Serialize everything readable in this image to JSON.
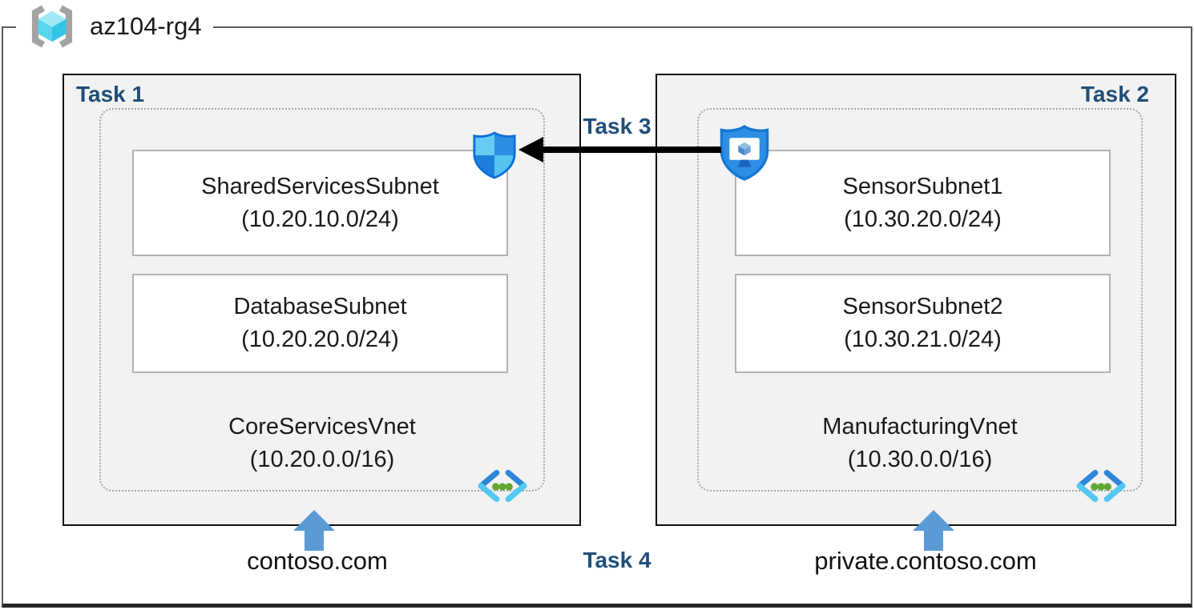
{
  "resource_group": {
    "name": "az104-rg4",
    "icon": "resource-group-icon"
  },
  "vnets": [
    {
      "task_label": "Task 1",
      "name": "CoreServicesVnet",
      "cidr": "(10.20.0.0/16)",
      "dns": "contoso.com",
      "subnets": [
        {
          "name": "SharedServicesSubnet",
          "cidr": "(10.20.10.0/24)"
        },
        {
          "name": "DatabaseSubnet",
          "cidr": "(10.20.20.0/24)"
        }
      ]
    },
    {
      "task_label": "Task 2",
      "name": "ManufacturingVnet",
      "cidr": "(10.30.0.0/16)",
      "dns": "private.contoso.com",
      "subnets": [
        {
          "name": "SensorSubnet1",
          "cidr": "(10.30.20.0/24)"
        },
        {
          "name": "SensorSubnet2",
          "cidr": "(10.30.21.0/24)"
        }
      ]
    }
  ],
  "annotations": {
    "task3_label": "Task 3",
    "task4_label": "Task 4"
  },
  "icons": {
    "resource_group": "resource-group-icon (gray brackets + cyan cube)",
    "nsg": "network-security-group-shield-icon (blue quadrant shield)",
    "bastion": "bastion-shield-icon (blue shield with monitor and cube)",
    "virtual_network": "virtual-network-icon (blue chevrons with green dots)",
    "dns_pointer": "up-arrow-icon",
    "peering": "left-arrow (black)"
  },
  "colors": {
    "task_label_navy": "#1f4e79",
    "task_box_bg": "#f2f2f2",
    "task_box_border": "#111111",
    "subnet_box_border": "#b3b3b3",
    "dashed_border": "#a6a6a6",
    "outer_border": "#595959",
    "outer_border_bottom": "#262626",
    "up_arrow_blue": "#5b9bd5",
    "shield_light_blue": "#68cbf3",
    "shield_dark_blue": "#2c8ee3",
    "vnet_chevron_dark": "#2e86d8",
    "vnet_chevron_light": "#53c9f1",
    "vnet_dot_green": "#5fa832",
    "cube_cyan": "#55d5ef"
  }
}
